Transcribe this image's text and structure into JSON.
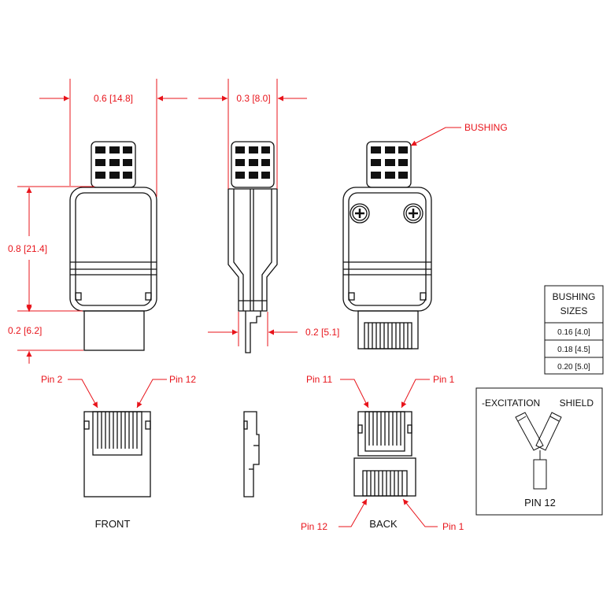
{
  "colors": {
    "dimension": "#e8141b",
    "outline": "#111111",
    "background": "#ffffff"
  },
  "dimensions": {
    "front_width": "0.6 [14.8]",
    "side_width": "0.3 [8.0]",
    "front_height": "0.8 [21.4]",
    "plug_height": "0.2 [6.2]",
    "side_plug_width": "0.2 [5.1]"
  },
  "callouts": {
    "bushing": "BUSHING",
    "front_pin_left": "Pin 2",
    "front_pin_right": "Pin 12",
    "back_top_left": "Pin 11",
    "back_top_right": "Pin 1",
    "back_bottom_left": "Pin 12",
    "back_bottom_right": "Pin 1"
  },
  "labels": {
    "front": "FRONT",
    "back": "BACK"
  },
  "bushing_table": {
    "header_line1": "BUSHING",
    "header_line2": "SIZES",
    "rows": [
      "0.16 [4.0]",
      "0.18 [4.5]",
      "0.20 [5.0]"
    ]
  },
  "wiring": {
    "left_wire": "-EXCITATION",
    "right_wire": "SHIELD",
    "pin": "PIN 12"
  }
}
